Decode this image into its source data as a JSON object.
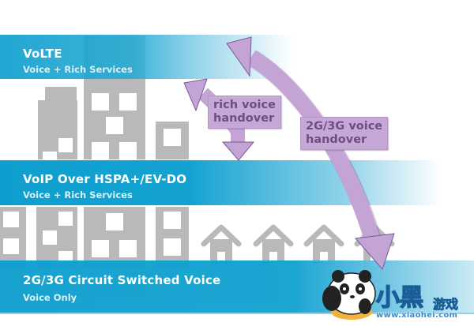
{
  "diagram": {
    "tiers": [
      {
        "title": "VoLTE",
        "subtitle": "Voice + Rich Services"
      },
      {
        "title": "VoIP Over HSPA+/EV-DO",
        "subtitle": "Voice + Rich Services"
      },
      {
        "title": "2G/3G Circuit Switched Voice",
        "subtitle": "Voice Only"
      }
    ],
    "handovers": [
      {
        "label_line1": "rich voice",
        "label_line2": "handover",
        "connects": [
          "VoLTE",
          "VoIP Over HSPA+/EV-DO"
        ]
      },
      {
        "label_line1": "2G/3G voice",
        "label_line2": "handover",
        "connects": [
          "VoLTE",
          "2G/3G Circuit Switched Voice"
        ]
      }
    ],
    "colors": {
      "band_blue": "#0e9fcf",
      "building_gray": "#b9b9bb",
      "arrow_purple": "#c3a4d5",
      "arrow_edge": "#7a5a97",
      "label_text": "#6f4c85"
    }
  },
  "watermark": {
    "icon": "panda-mascot-icon",
    "chinese_main": "小黑",
    "chinese_sub": "游戏",
    "url": "www.xiaohei.com"
  }
}
